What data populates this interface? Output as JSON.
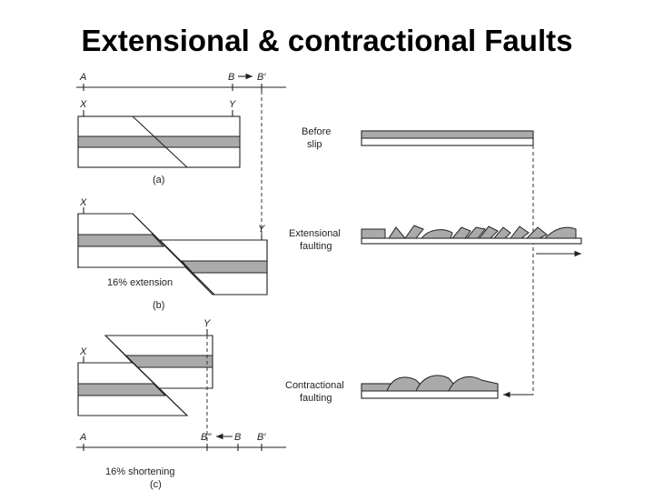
{
  "title": "Extensional & contractional Faults",
  "left_panels": {
    "a": {
      "caption": "(a)",
      "label_A": "A",
      "label_B": "B",
      "label_Bp": "B′",
      "label_X": "X",
      "label_Y": "Y"
    },
    "b": {
      "caption": "(b)",
      "note": "16% extension",
      "label_X": "X",
      "label_Y": "Y"
    },
    "c": {
      "caption": "(c)",
      "note": "16% shortening",
      "label_X": "X",
      "label_Y": "Y",
      "label_A": "A",
      "label_Bpp": "B\"",
      "label_B": "B",
      "label_Bp": "B′"
    }
  },
  "right_panels": {
    "before": [
      "Before",
      "slip"
    ],
    "extensional": [
      "Extensional",
      "faulting"
    ],
    "contractional": [
      "Contractional",
      "faulting"
    ]
  },
  "colors": {
    "bed_fill": "#aaaaaa",
    "line": "#222222"
  }
}
